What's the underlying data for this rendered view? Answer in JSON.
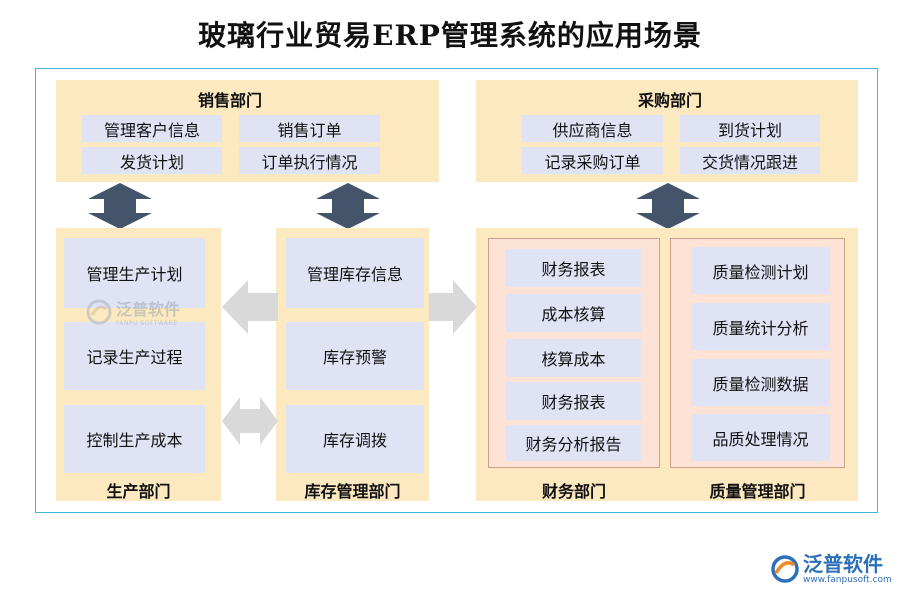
{
  "title": "玻璃行业贸易ERP管理系统的应用场景",
  "sales": {
    "label": "销售部门",
    "items": [
      "管理客户信息",
      "销售订单",
      "发货计划",
      "订单执行情况"
    ]
  },
  "purchase": {
    "label": "采购部门",
    "items": [
      "供应商信息",
      "到货计划",
      "记录采购订单",
      "交货情况跟进"
    ]
  },
  "production": {
    "label": "生产部门",
    "items": [
      "管理生产计划",
      "记录生产过程",
      "控制生产成本"
    ]
  },
  "inventory": {
    "label": "库存管理部门",
    "items": [
      "管理库存信息",
      "库存预警",
      "库存调拨"
    ]
  },
  "finance": {
    "label": "财务部门",
    "items": [
      "财务报表",
      "成本核算",
      "核算成本",
      "财务报表",
      "财务分析报告"
    ]
  },
  "quality": {
    "label": "质量管理部门",
    "items": [
      "质量检测计划",
      "质量统计分析",
      "质量检测数据",
      "品质处理情况"
    ]
  },
  "watermark": {
    "center_name": "泛普软件",
    "center_sub": "FANPU SOFTWARE",
    "corner_name": "泛普软件",
    "corner_url": "www.fanpusoft.com"
  },
  "colors": {
    "panel": "#fde9c0",
    "box": "#dfe3f4",
    "inner_panel": "#fce3d6",
    "arrow_dark": "#44546a",
    "arrow_light": "#d9d9d9",
    "frame_border": "#3fb8d8",
    "logo_orange": "#f08a24",
    "logo_blue": "#2d6fb8"
  }
}
